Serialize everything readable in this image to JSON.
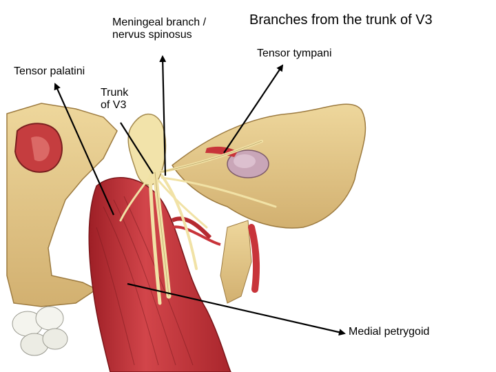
{
  "title": "Branches from the trunk of V3",
  "labels": {
    "meningeal_line1": "Meningeal branch /",
    "meningeal_line2": "nervus spinosus",
    "tensor_tympani": "Tensor tympani",
    "tensor_palatini": "Tensor palatini",
    "trunk_line1": "Trunk",
    "trunk_line2": "of V3",
    "medial_pterygoid": "Medial petrygoid"
  },
  "colors": {
    "bone": "#e3c98c",
    "bone_dark": "#b08a4e",
    "muscle": "#c8343a",
    "muscle_light": "#e07a70",
    "nerve": "#f1e2a6",
    "arrow": "#000000",
    "background": "#ffffff"
  }
}
